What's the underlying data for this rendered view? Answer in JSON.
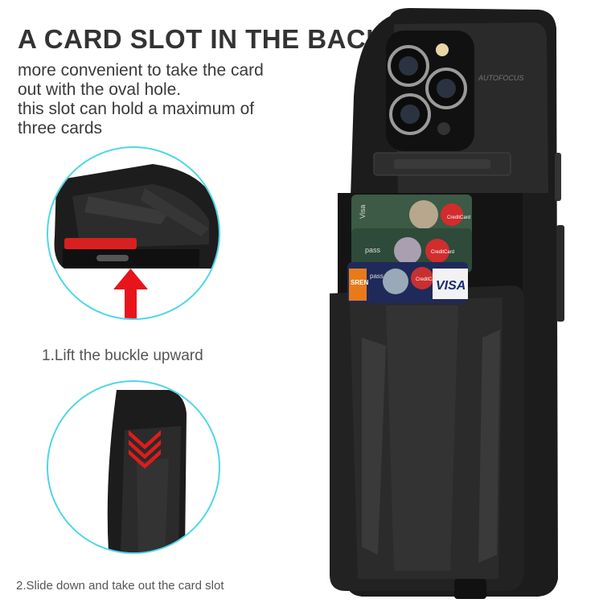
{
  "headline": "A CARD SLOT IN THE BACK",
  "description": [
    "more convenient to take the card",
    "out with the oval hole.",
    "this slot can hold a maximum of",
    "three cards"
  ],
  "steps": {
    "step1": "1.Lift the buckle upward",
    "step2": "2.Slide down and take out the card slot"
  },
  "camera_label": "AUTOFOCUS",
  "cards": {
    "card1_brand": "Visa",
    "card1_mark": "CreditCard",
    "card2_brand": "pass",
    "card2_mark": "CreditCard",
    "card3_brand": "pass",
    "card3_mark": "CreditCard",
    "card3_logo": "VISA",
    "card3_tag": "SREN"
  },
  "colors": {
    "accent_circle": "#4fd6e8",
    "arrow_red": "#e8141b",
    "case_black": "#1c1c1c"
  }
}
